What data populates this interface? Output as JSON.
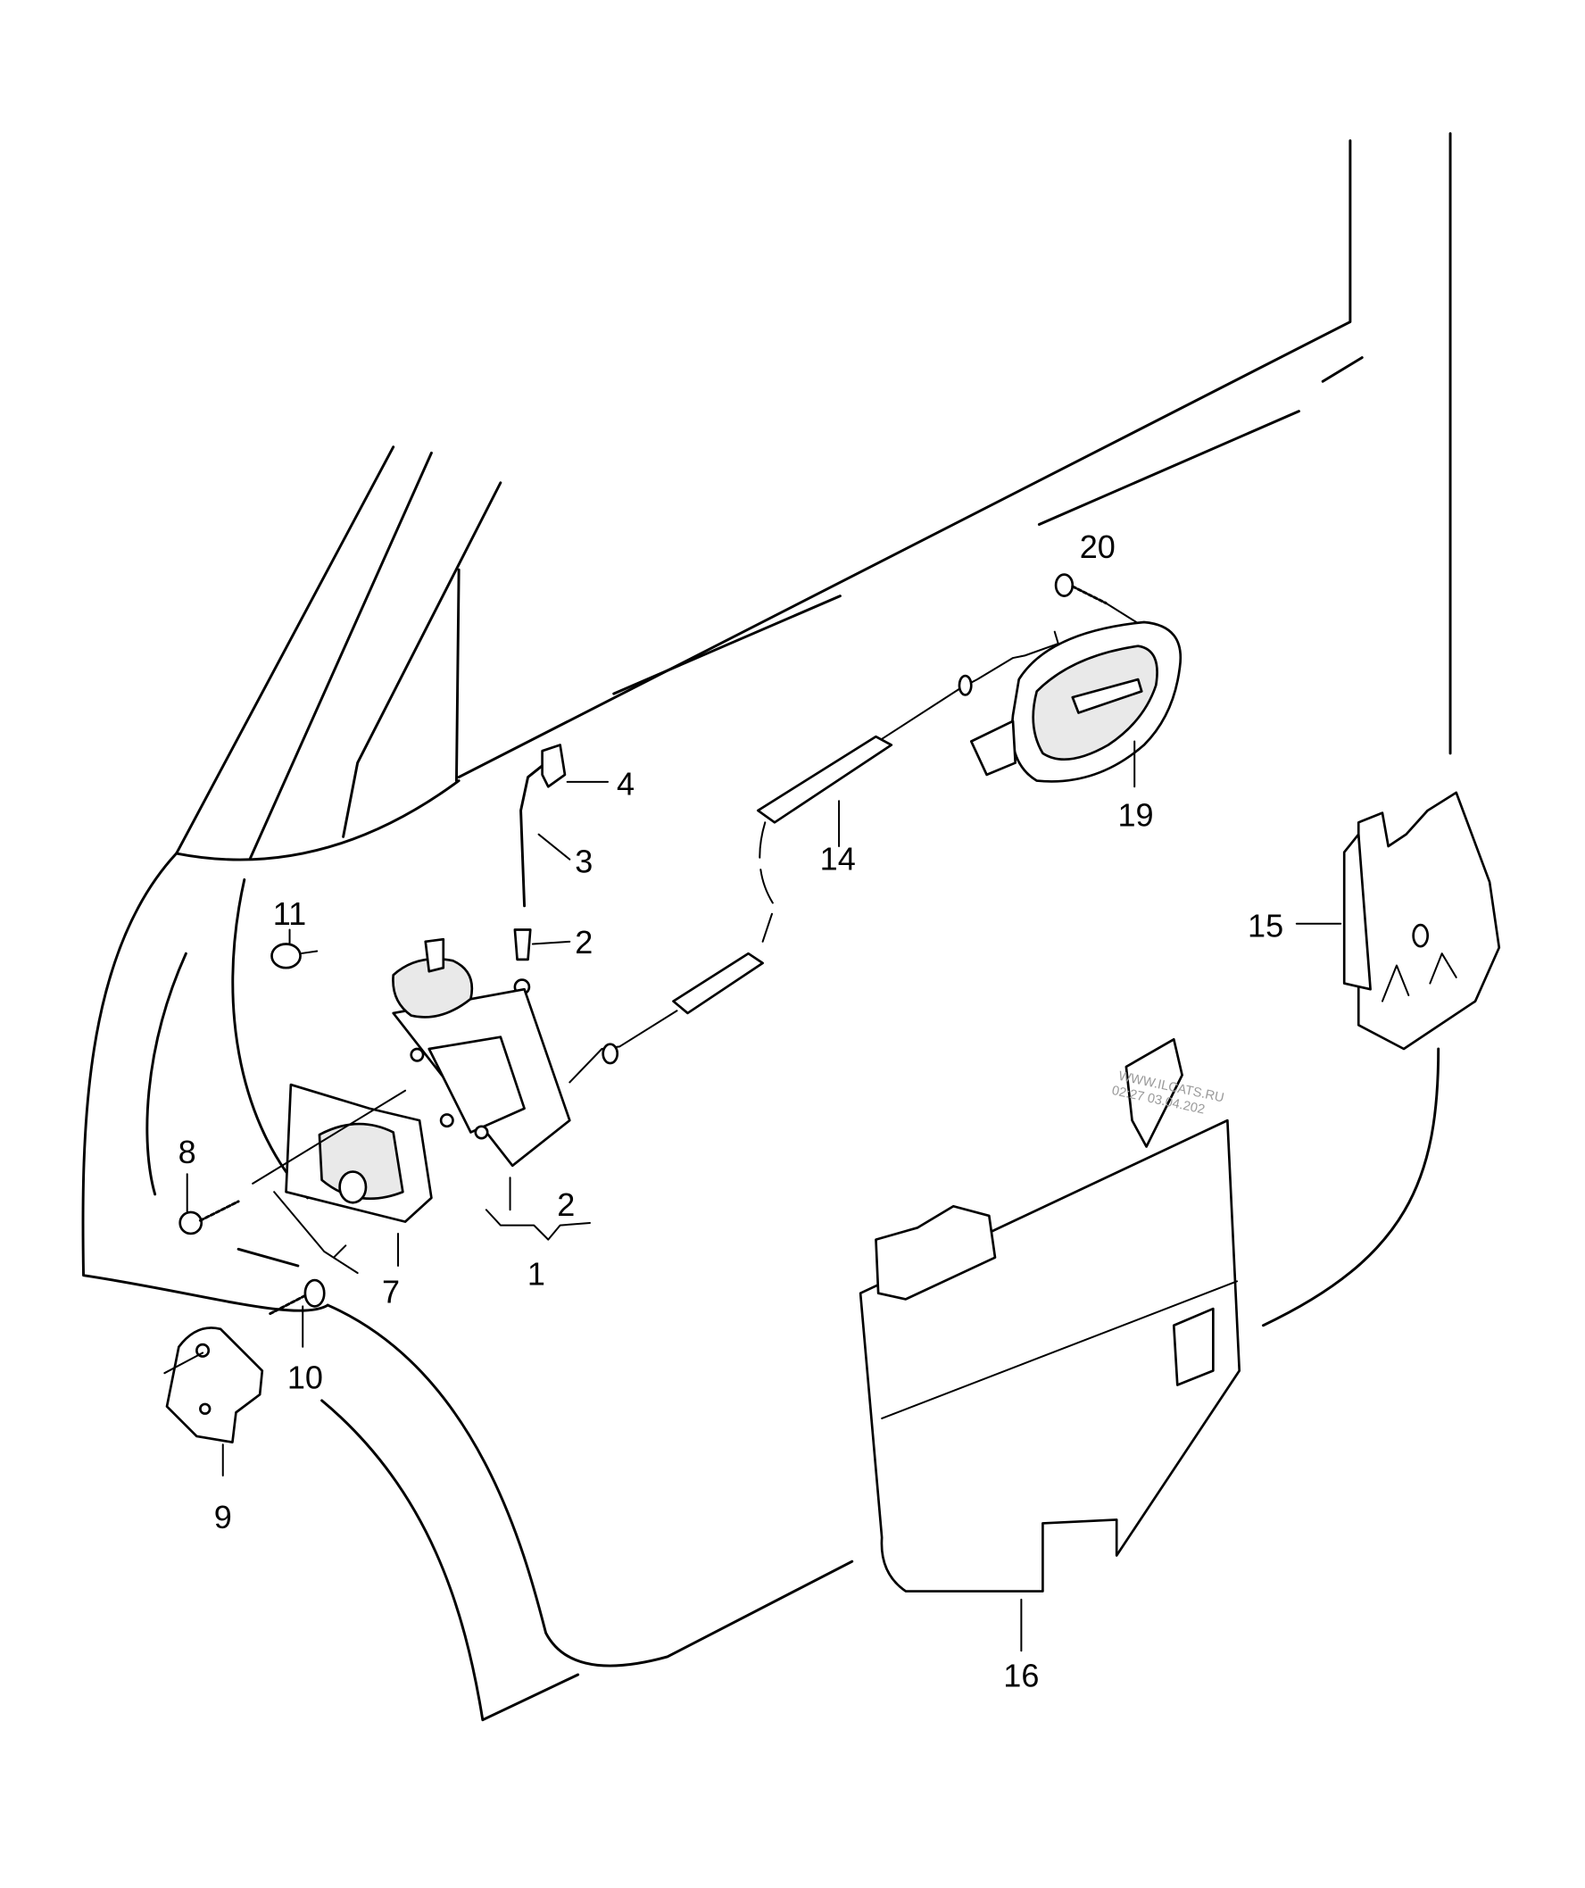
{
  "diagram": {
    "callouts": [
      {
        "id": "20",
        "label": "20"
      },
      {
        "id": "4",
        "label": "4"
      },
      {
        "id": "3",
        "label": "3"
      },
      {
        "id": "14",
        "label": "14"
      },
      {
        "id": "19",
        "label": "19"
      },
      {
        "id": "2a",
        "label": "2"
      },
      {
        "id": "11",
        "label": "11"
      },
      {
        "id": "15",
        "label": "15"
      },
      {
        "id": "8",
        "label": "8"
      },
      {
        "id": "2b",
        "label": "2"
      },
      {
        "id": "1",
        "label": "1"
      },
      {
        "id": "7",
        "label": "7"
      },
      {
        "id": "10",
        "label": "10"
      },
      {
        "id": "9",
        "label": "9"
      },
      {
        "id": "16",
        "label": "16"
      }
    ],
    "watermark": {
      "line1": "WWW.ILCATS.RU",
      "line2": "02:27 03.04.202"
    },
    "colors": {
      "line": "#000000",
      "background": "#ffffff",
      "watermark": "#9a9a9a"
    }
  }
}
